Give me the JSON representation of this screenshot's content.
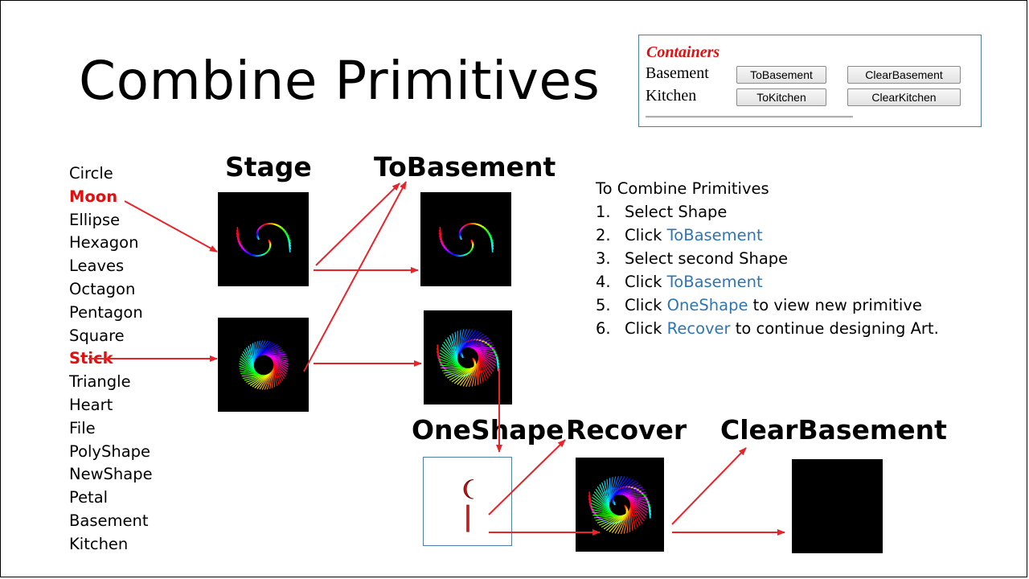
{
  "title": "Combine Primitives",
  "containers_panel": {
    "title": "Containers",
    "rows": [
      {
        "label": "Basement",
        "to_button": "ToBasement",
        "clear_button": "ClearBasement"
      },
      {
        "label": "Kitchen",
        "to_button": "ToKitchen",
        "clear_button": "ClearKitchen"
      }
    ]
  },
  "shapes": [
    {
      "name": "Circle",
      "highlighted": false
    },
    {
      "name": "Moon",
      "highlighted": true
    },
    {
      "name": "Ellipse",
      "highlighted": false
    },
    {
      "name": "Hexagon",
      "highlighted": false
    },
    {
      "name": "Leaves",
      "highlighted": false
    },
    {
      "name": "Octagon",
      "highlighted": false
    },
    {
      "name": "Pentagon",
      "highlighted": false
    },
    {
      "name": "Square",
      "highlighted": false
    },
    {
      "name": "Stick",
      "highlighted": true
    },
    {
      "name": "Triangle",
      "highlighted": false
    },
    {
      "name": "Heart",
      "highlighted": false
    },
    {
      "name": "File",
      "highlighted": false
    },
    {
      "name": "PolyShape",
      "highlighted": false
    },
    {
      "name": "NewShape",
      "highlighted": false
    },
    {
      "name": "Petal",
      "highlighted": false
    },
    {
      "name": "Basement",
      "highlighted": false
    },
    {
      "name": "Kitchen",
      "highlighted": false
    }
  ],
  "labels": {
    "stage": "Stage",
    "tobasement": "ToBasement",
    "oneshape": "OneShape",
    "recover": "Recover",
    "clearbasement": "ClearBasement"
  },
  "instructions": {
    "heading": "To Combine Primitives",
    "steps": [
      {
        "num": "1.",
        "pre": "Select Shape",
        "kw": "",
        "post": ""
      },
      {
        "num": "2.",
        "pre": "Click ",
        "kw": "ToBasement",
        "post": ""
      },
      {
        "num": "3.",
        "pre": "Select second Shape",
        "kw": "",
        "post": ""
      },
      {
        "num": "4.",
        "pre": "Click ",
        "kw": "ToBasement",
        "post": ""
      },
      {
        "num": "5.",
        "pre": "Click ",
        "kw": "OneShape",
        "post": " to view new primitive"
      },
      {
        "num": "6.",
        "pre": "Click ",
        "kw": "Recover",
        "post": " to continue designing Art."
      }
    ]
  },
  "colors": {
    "highlight": "#e01010",
    "keyword": "#2e75b6",
    "arrow": "#e8232a",
    "canvas_bg": "#000000"
  }
}
